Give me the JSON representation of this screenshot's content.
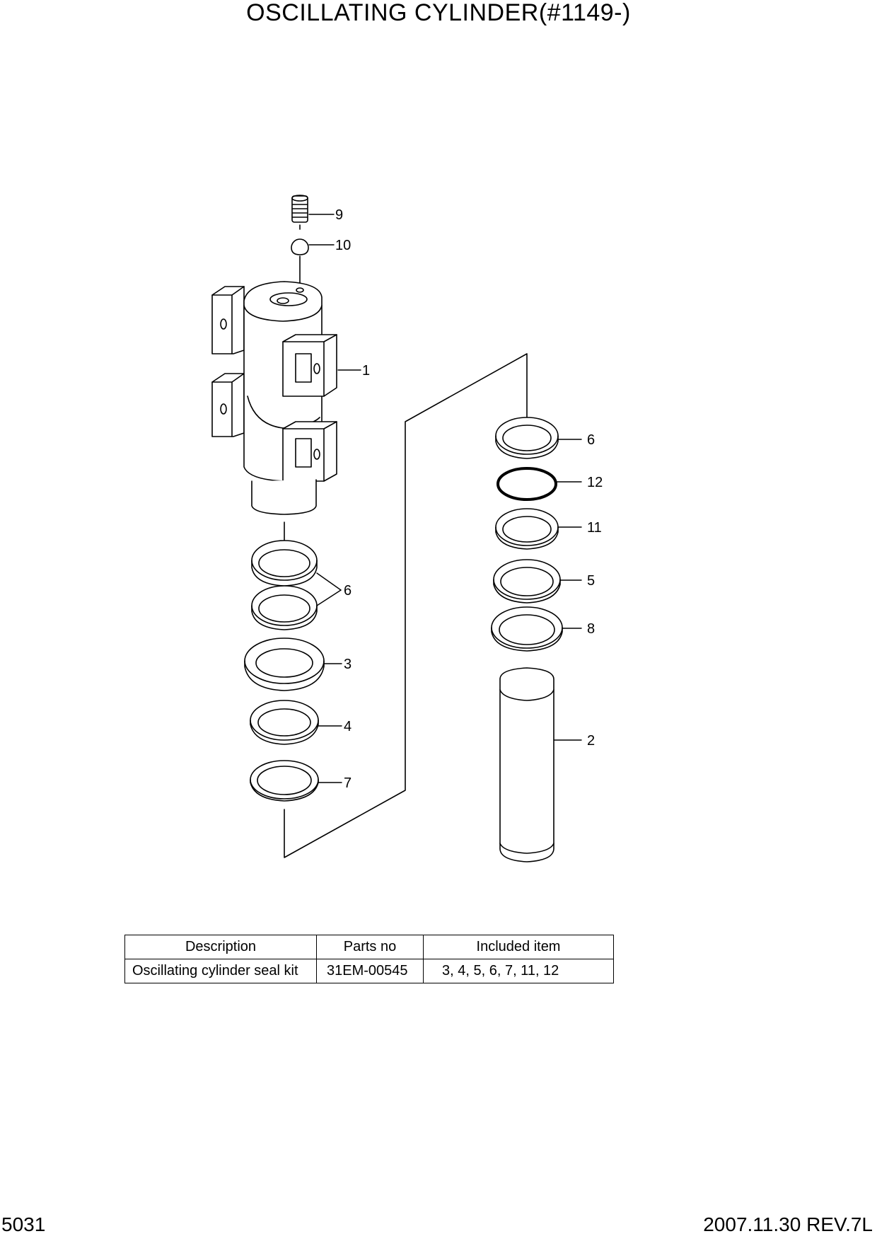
{
  "title": "OSCILLATING CYLINDER(#1149-)",
  "callouts": [
    "9",
    "10",
    "1",
    "6",
    "3",
    "4",
    "7",
    "6",
    "12",
    "11",
    "5",
    "8",
    "2"
  ],
  "kit_table": {
    "headers": [
      "Description",
      "Parts no",
      "Included item"
    ],
    "rows": [
      [
        "Oscillating cylinder seal kit",
        "31EM-00545",
        "3, 4, 5, 6, 7, 11, 12"
      ]
    ]
  },
  "footer": {
    "page": "5031",
    "revision": "2007.11.30  REV.7L"
  }
}
